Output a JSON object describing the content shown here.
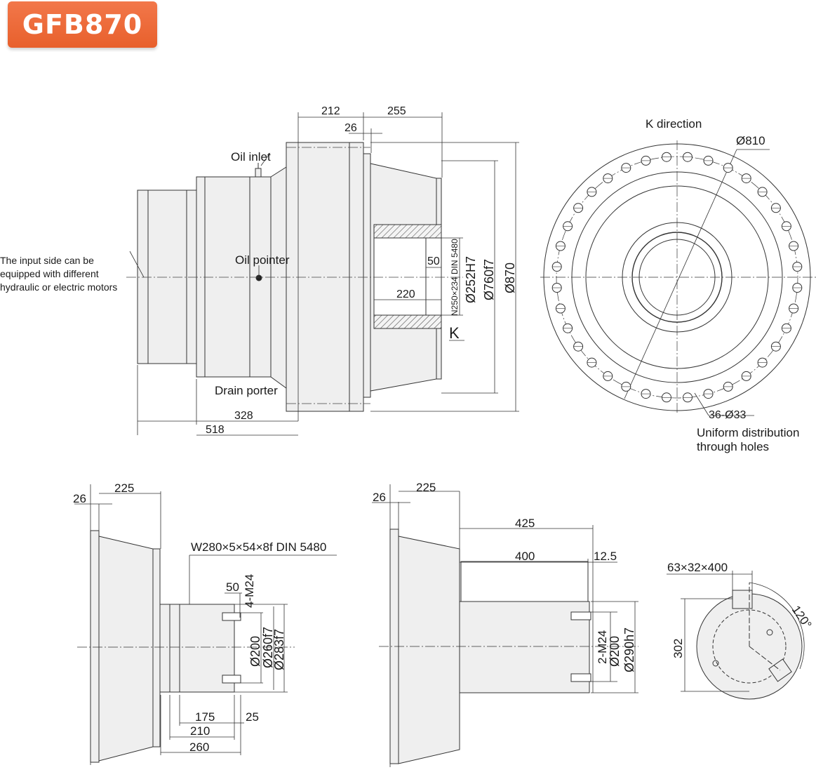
{
  "title": "GFB870",
  "colors": {
    "badge": "#ea6a35",
    "body_fill": "#efefef",
    "line": "#333333"
  },
  "main_view": {
    "input_side_note": [
      "The input side can be",
      "equipped with different",
      "hydraulic or electric motors"
    ],
    "oil_inlet": "Oil inlet",
    "oil_pointer": "Oil pointer",
    "drain_porter": "Drain porter",
    "k_marker": "K",
    "dims": {
      "d212": "212",
      "d255": "255",
      "d26": "26",
      "d50": "50",
      "d220": "220",
      "d328": "328",
      "d518": "518",
      "spline": "N250×234  DIN 5480",
      "bore": "Ø252H7",
      "pilot": "Ø760f7",
      "outer": "Ø870"
    }
  },
  "k_view": {
    "title": "K direction",
    "pcd": "Ø810",
    "holes": "36-Ø33",
    "hole_note": [
      "Uniform distribution",
      "through holes"
    ]
  },
  "spline_shaft_view": {
    "d26": "26",
    "d225": "225",
    "spline_spec": "W280×5×54×8f  DIN 5480",
    "d50": "50",
    "thread": "4-M24",
    "d200": "Ø200",
    "d260": "Ø260f7",
    "d283": "Ø283f7",
    "d175": "175",
    "d25": "25",
    "d210": "210",
    "d260_len": "260"
  },
  "keyed_shaft_view": {
    "d26": "26",
    "d225": "225",
    "d425": "425",
    "d400": "400",
    "d12_5": "12.5",
    "thread": "2-M24",
    "d200": "Ø200",
    "d290": "Ø290h7"
  },
  "shaft_end_view": {
    "key": "63×32×400",
    "angle": "120°",
    "height": "302"
  }
}
